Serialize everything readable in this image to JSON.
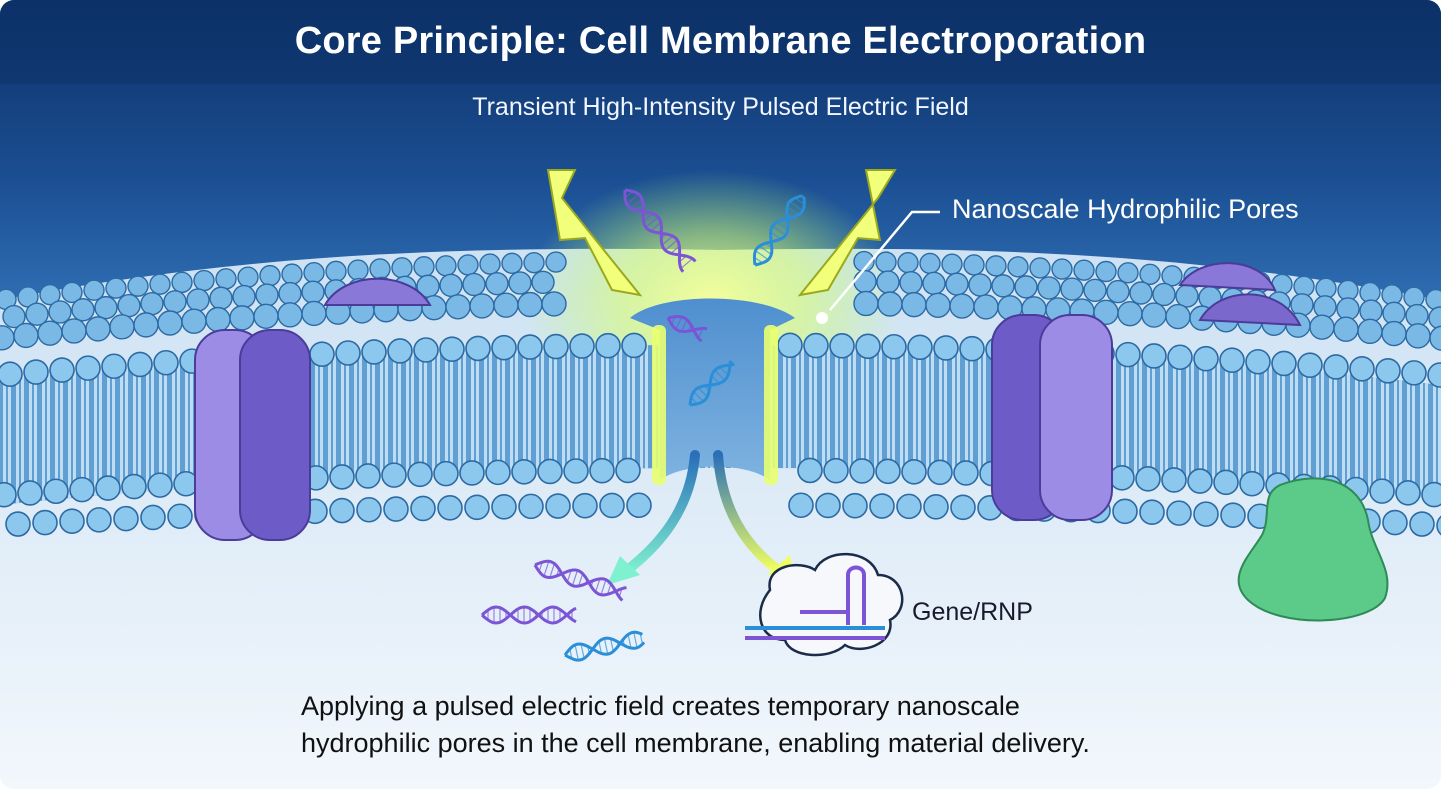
{
  "title": "Core Principle: Cell Membrane Electroporation",
  "subtitle": "Transient High-Intensity Pulsed Electric Field",
  "labels": {
    "pores": "Nanoscale Hydrophilic Pores",
    "cargo": "Gene/RNP"
  },
  "caption": {
    "line1": "Applying a pulsed electric field creates temporary nanoscale",
    "line2": "hydrophilic pores in the cell membrane, enabling material delivery."
  },
  "colors": {
    "outer_bg": "#0f3d7a",
    "inner_bg": "#e8f2fb",
    "lipid_head": "#8cc8ee",
    "lipid_tail": "#9ccde8",
    "protein": "#8a78d8",
    "protein_dark": "#5a4ab8",
    "glow": "#e8ff70",
    "green_protein": "#5ccb8a",
    "dna_purple": "#7b55d6",
    "dna_blue": "#2a8fd8"
  },
  "icons": [
    "lightning-bolt-icon",
    "dna-helix-icon",
    "rnp-complex-icon"
  ]
}
